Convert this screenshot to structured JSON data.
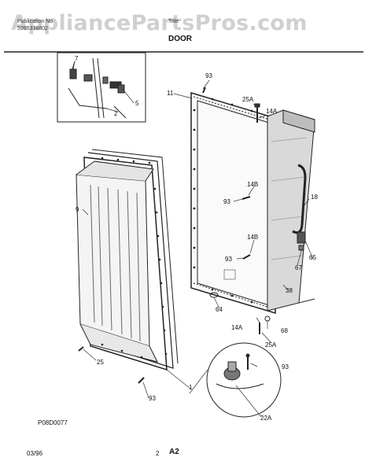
{
  "watermark": "AppliancePartsPros.com",
  "header": {
    "pub_label": "Publication No",
    "pub_number": "5995336802",
    "section_label": "Title",
    "title": "DOOR"
  },
  "callouts": {
    "c7": "7",
    "c5": "5",
    "c2": "2",
    "c93_top": "93",
    "c11": "11",
    "c25A_top": "25A",
    "c14A_top": "14A",
    "c9": "9",
    "c14B_upper": "14B",
    "c93_upper": "93",
    "c18": "18",
    "c14B_lower": "14B",
    "c93_lower": "93",
    "c65": "65",
    "c67": "67",
    "c38": "38",
    "c64": "64",
    "c14A_bottom": "14A",
    "c68": "68",
    "c25A_bottom": "25A",
    "c25": "25",
    "c93_detail": "93",
    "c1": "1",
    "c93_bottom": "93",
    "c22A": "22A"
  },
  "footer": {
    "drawing_code": "P08D0077",
    "date": "03/96",
    "page_number": "2",
    "page_code": "A2"
  }
}
